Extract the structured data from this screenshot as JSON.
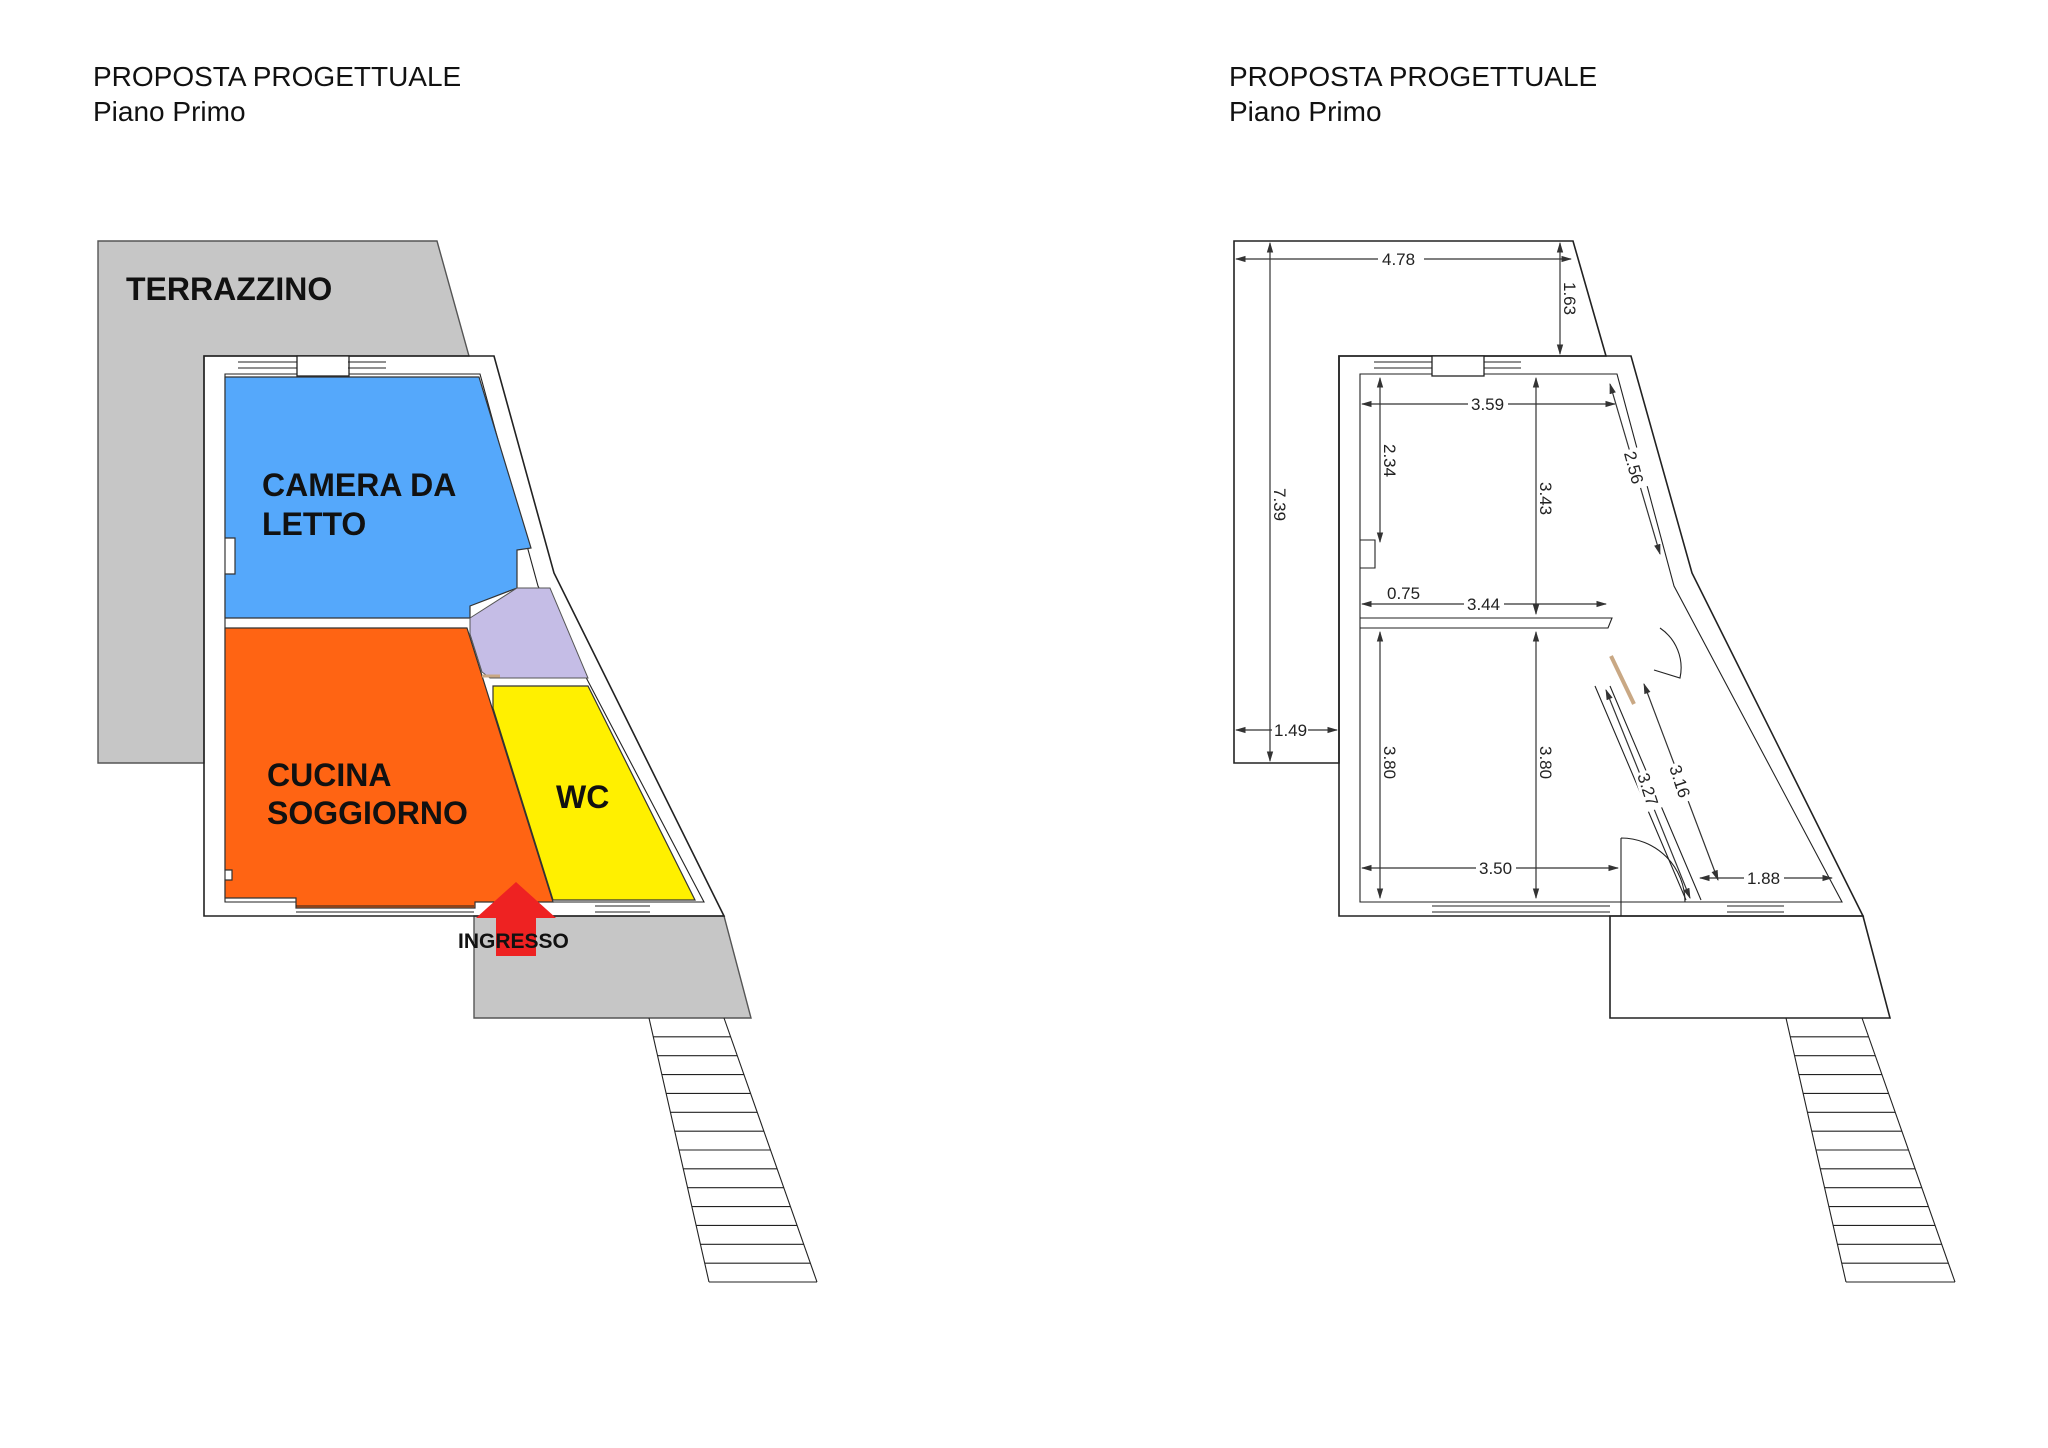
{
  "left_panel": {
    "title": "PROPOSTA PROGETTUALE",
    "subtitle": "Piano Primo",
    "rooms": {
      "terrace": "TERRAZZINO",
      "bedroom_line1": "CAMERA DA",
      "bedroom_line2": "LETTO",
      "kitchen_line1": "CUCINA",
      "kitchen_line2": "SOGGIORNO",
      "wc": "WC"
    },
    "entrance": "INGRESSO",
    "colors": {
      "terrace": "#c6c6c6",
      "bedroom": "#55a8fb",
      "kitchen": "#ff6413",
      "hall": "#c5bde6",
      "wc": "#fff000",
      "entrance_arrow": "#ee2222"
    }
  },
  "right_panel": {
    "title": "PROPOSTA PROGETTUALE",
    "subtitle": "Piano Primo",
    "dimensions": [
      "4.78",
      "1.63",
      "7.39",
      "1.49",
      "3.59",
      "2.34",
      "3.43",
      "2.56",
      "0.75",
      "3.44",
      "3.80",
      "3.80",
      "3.27",
      "3.16",
      "3.50",
      "1.88"
    ]
  }
}
